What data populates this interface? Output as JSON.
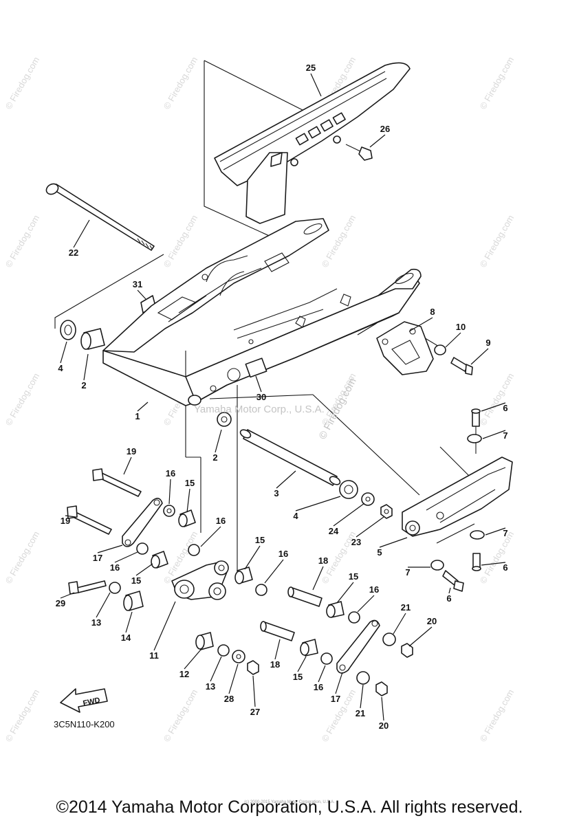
{
  "diagram": {
    "drawing_code": "3C5N110-K200",
    "fwd_label": "FWD",
    "center_watermark": "Yamaha Motor Corp., U.S.A.",
    "watermark_text": "© Firedog.com",
    "callouts": [
      "1",
      "2",
      "2",
      "3",
      "4",
      "4",
      "5",
      "6",
      "6",
      "6",
      "7",
      "7",
      "7",
      "8",
      "9",
      "10",
      "11",
      "12",
      "13",
      "13",
      "14",
      "15",
      "15",
      "15",
      "15",
      "15",
      "16",
      "16",
      "16",
      "16",
      "16",
      "16",
      "17",
      "17",
      "18",
      "18",
      "19",
      "19",
      "20",
      "20",
      "21",
      "21",
      "22",
      "23",
      "24",
      "25",
      "26",
      "27",
      "28",
      "29",
      "30",
      "31"
    ]
  },
  "footer": {
    "copyright": "©2014 Yamaha Motor Corporation, U.S.A. All rights reserved.",
    "tiny_copyright": "(c) 2000-2015 Yamaha Motor Corporation, U.S.A."
  }
}
